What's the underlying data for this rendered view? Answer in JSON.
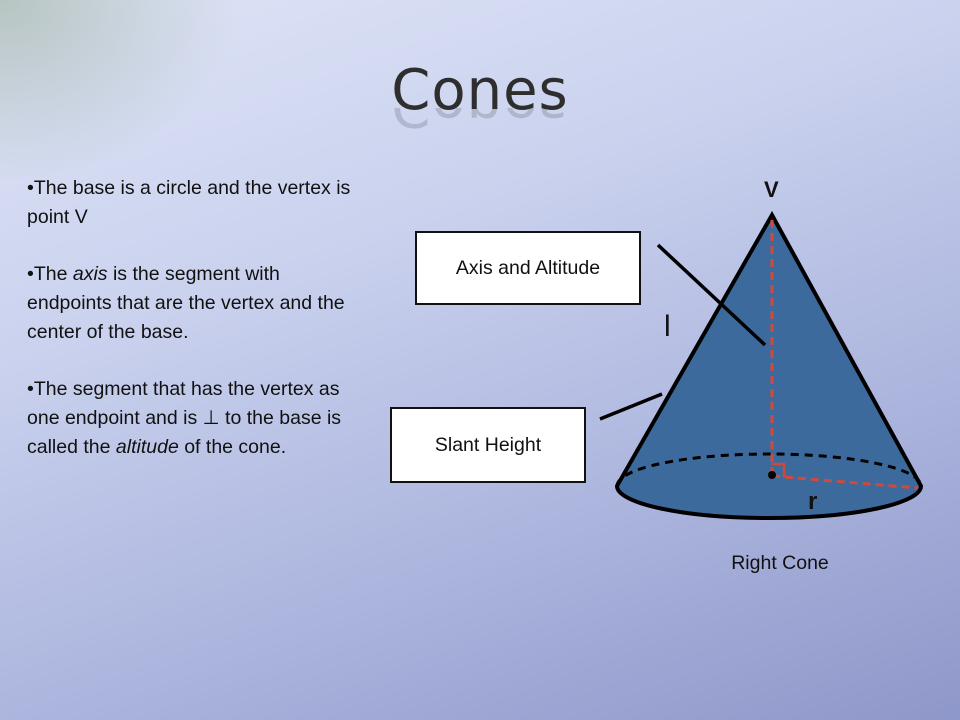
{
  "title": "Cones",
  "bullets": [
    {
      "parts": [
        {
          "text": "•The base is a circle and the vertex is point V",
          "italic": false
        }
      ]
    },
    {
      "parts": [
        {
          "text": "•The ",
          "italic": false
        },
        {
          "text": "axis",
          "italic": true
        },
        {
          "text": " is the segment with endpoints that are the vertex and the center of the base.",
          "italic": false
        }
      ]
    },
    {
      "parts": [
        {
          "text": "•The segment that has the vertex as one endpoint and is ⊥ to the base is called the ",
          "italic": false
        },
        {
          "text": "altitude",
          "italic": true
        },
        {
          "text": " of the cone.",
          "italic": false
        }
      ]
    }
  ],
  "callouts": {
    "axis_altitude": "Axis and Altitude",
    "slant_height": "Slant Height"
  },
  "diagram": {
    "vertex_label": "V",
    "slant_label": "l",
    "radius_label": "r",
    "caption": "Right Cone",
    "cone_fill": "#3d6a9c",
    "dash_color": "#d04a3c"
  }
}
